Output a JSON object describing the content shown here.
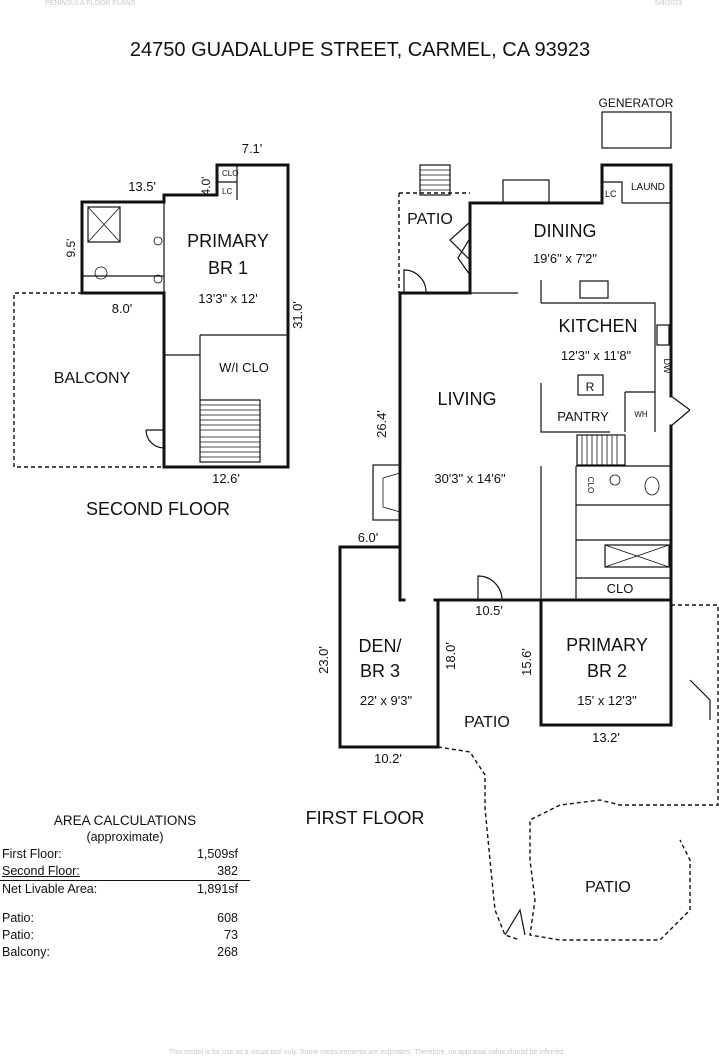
{
  "header": {
    "left": "PENINSULA FLOOR PLANS",
    "right": "5/4/2023"
  },
  "title": "24750 GUADALUPE STREET, CARMEL, CA  93923",
  "footer": "This model is for use as a visual tool only. Some measurements are estimates. Therefore, no appraisal value should be inferred.",
  "second_floor": {
    "label": "SECOND FLOOR",
    "rooms": {
      "primary_name": "PRIMARY",
      "primary_num": "BR 1",
      "primary_size": "13'3\" x 12'",
      "wic": "W/I CLO",
      "balcony": "BALCONY",
      "clo": "CLO",
      "lc": "LC"
    },
    "dims": {
      "top": "7.1'",
      "top_left": "13.5'",
      "small": "4.0'",
      "bath_h": "9.5'",
      "bath_w": "8.0'",
      "right": "31.0'",
      "bottom": "12.6'"
    }
  },
  "first_floor": {
    "label": "FIRST FLOOR",
    "rooms": {
      "generator": "GENERATOR",
      "laund": "LAUND",
      "lc": "LC",
      "patio_top": "PATIO",
      "dining": "DINING",
      "dining_size": "19'6\" x 7'2\"",
      "kitchen": "KITCHEN",
      "kitchen_size": "12'3\" x 11'8\"",
      "range": "R",
      "dw": "DW",
      "living": "LIVING",
      "living_size": "30'3\" x 14'6\"",
      "pantry": "PANTRY",
      "wh": "WH",
      "clo": "CLO",
      "clo_small": "CLO",
      "den_name": "DEN/",
      "den_num": "BR 3",
      "den_size": "22' x 9'3\"",
      "patio_mid": "PATIO",
      "primary2_name": "PRIMARY",
      "primary2_num": "BR 2",
      "primary2_size": "15' x 12'3\"",
      "patio_bottom": "PATIO"
    },
    "dims": {
      "living_h": "26.4'",
      "den_top": "6.0'",
      "den_h": "23.0'",
      "den_bottom": "10.2'",
      "patio_h": "18.0'",
      "mid": "10.5'",
      "br2_h": "15.6'",
      "br2_bottom": "13.2'"
    }
  },
  "area_calculations": {
    "title": "AREA CALCULATIONS",
    "subtitle": "(approximate)",
    "rows": [
      {
        "label": "First  Floor:",
        "value": "1,509sf"
      },
      {
        "label": "Second Floor:",
        "value": "382"
      },
      {
        "label": "Net Livable Area:",
        "value": "1,891sf"
      }
    ],
    "extras": [
      {
        "label": "Patio:",
        "value": "608"
      },
      {
        "label": "Patio:",
        "value": "73"
      },
      {
        "label": "Balcony:",
        "value": "268"
      }
    ]
  }
}
